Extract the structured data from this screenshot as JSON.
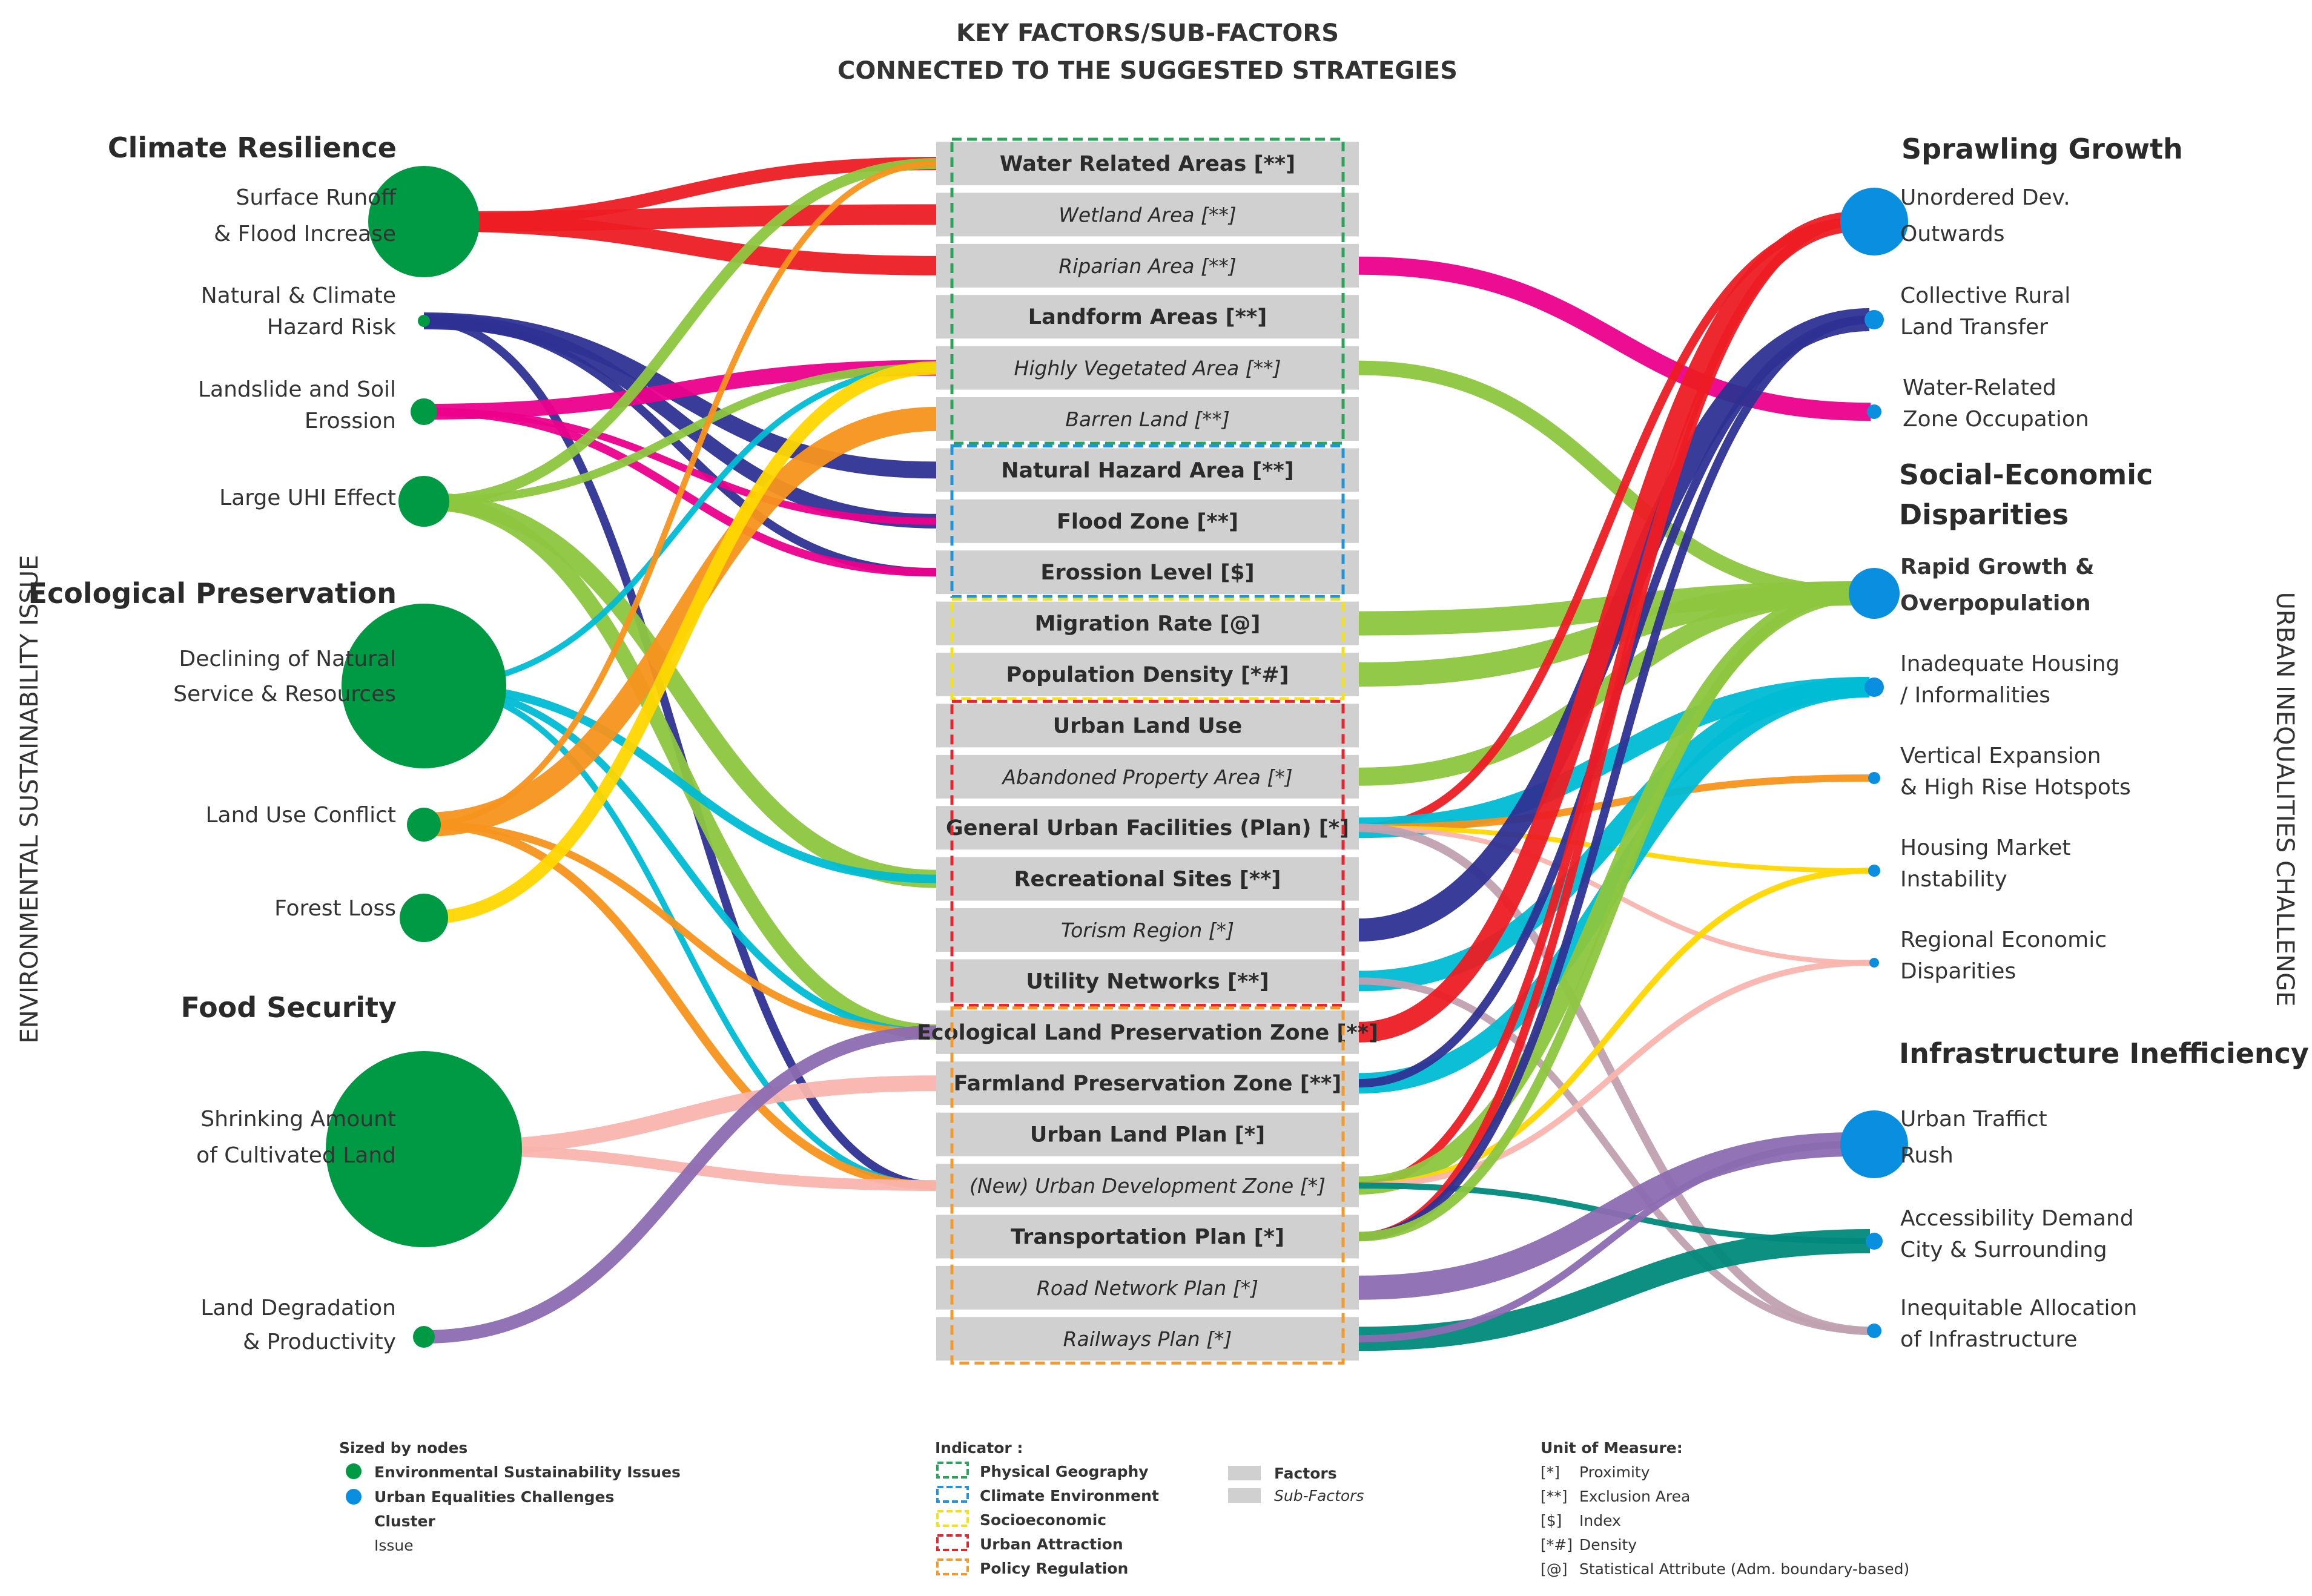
{
  "header": {
    "line1": "KEY FACTORS/SUB-FACTORS",
    "line2": "CONNECTED TO THE SUGGESTED STRATEGIES"
  },
  "side_titles": {
    "left": "ENVIRONMENTAL SUSTAINABILITY ISSUE",
    "right": "URBAN INEQUALITIES CHALLENGE"
  },
  "colors": {
    "env_node": "#009a44",
    "urban_node": "#0a8fe0",
    "factor_box": "#d0d0d0",
    "physical_geography": "#2aa45a",
    "climate_environment": "#1f94d8",
    "socioeconomic": "#f2e21a",
    "urban_attraction": "#e8252e",
    "policy_regulation": "#f39a2a"
  },
  "left_clusters": [
    {
      "label": "Climate Resilience"
    },
    {
      "label": "Ecological Preservation"
    },
    {
      "label": "Food Security"
    }
  ],
  "left_nodes": [
    {
      "lines": [
        "Surface Runoff",
        "& Flood Increase"
      ]
    },
    {
      "lines": [
        "Natural & Climate",
        "Hazard Risk"
      ]
    },
    {
      "lines": [
        "Landslide and Soil",
        "Erossion"
      ]
    },
    {
      "lines": [
        "Large UHI Effect"
      ]
    },
    {
      "lines": [
        "Declining of Natural",
        "Service & Resources"
      ]
    },
    {
      "lines": [
        "Land Use Conflict"
      ]
    },
    {
      "lines": [
        "Forest Loss"
      ]
    },
    {
      "lines": [
        "Shrinking Amount",
        "of Cultivated Land"
      ]
    },
    {
      "lines": [
        "Land Degradation",
        "& Productivity"
      ]
    }
  ],
  "right_clusters": [
    {
      "label": "Sprawling Growth"
    },
    {
      "label": "Social-Economic"
    },
    {
      "label": "Disparities"
    },
    {
      "label": "Infrastructure Inefficiency"
    }
  ],
  "right_nodes": [
    {
      "lines": [
        "Unordered Dev.",
        "Outwards"
      ]
    },
    {
      "lines": [
        "Collective Rural",
        "Land Transfer"
      ]
    },
    {
      "lines": [
        "Water-Related",
        "Zone Occupation"
      ]
    },
    {
      "lines": [
        "Rapid Growth &",
        "Overpopulation"
      ]
    },
    {
      "lines": [
        "Inadequate Housing",
        "/ Informalities"
      ]
    },
    {
      "lines": [
        "Vertical Expansion",
        "& High Rise Hotspots"
      ]
    },
    {
      "lines": [
        "Housing Market",
        "Instability"
      ]
    },
    {
      "lines": [
        "Regional Economic",
        "Disparities"
      ]
    },
    {
      "lines": [
        "Urban Traffict",
        "Rush"
      ]
    },
    {
      "lines": [
        "Accessibility Demand",
        "City & Surrounding"
      ]
    },
    {
      "lines": [
        "Inequitable Allocation",
        "of Infrastructure"
      ]
    }
  ],
  "factors": [
    {
      "label": "Water Related Areas [**]",
      "kind": "factor",
      "group": "physical_geography"
    },
    {
      "label": "Wetland Area [**]",
      "kind": "sub",
      "group": "physical_geography"
    },
    {
      "label": "Riparian Area [**]",
      "kind": "sub",
      "group": "physical_geography"
    },
    {
      "label": "Landform Areas [**]",
      "kind": "factor",
      "group": "physical_geography"
    },
    {
      "label": "Highly Vegetated Area [**]",
      "kind": "sub",
      "group": "physical_geography"
    },
    {
      "label": "Barren Land [**]",
      "kind": "sub",
      "group": "physical_geography"
    },
    {
      "label": "Natural Hazard Area [**]",
      "kind": "factor",
      "group": "climate_environment"
    },
    {
      "label": "Flood Zone [**]",
      "kind": "factor",
      "group": "climate_environment"
    },
    {
      "label": "Erossion Level [$]",
      "kind": "factor",
      "group": "climate_environment"
    },
    {
      "label": "Migration Rate [@]",
      "kind": "factor",
      "group": "socioeconomic"
    },
    {
      "label": "Population Density [*#]",
      "kind": "factor",
      "group": "socioeconomic"
    },
    {
      "label": "Urban Land Use",
      "kind": "factor",
      "group": "urban_attraction"
    },
    {
      "label": "Abandoned Property Area [*]",
      "kind": "sub",
      "group": "urban_attraction"
    },
    {
      "label": "General Urban Facilities (Plan) [*]",
      "kind": "factor",
      "group": "urban_attraction"
    },
    {
      "label": "Recreational Sites [**]",
      "kind": "factor",
      "group": "urban_attraction"
    },
    {
      "label": "Torism Region [*]",
      "kind": "sub",
      "group": "urban_attraction"
    },
    {
      "label": "Utility Networks [**]",
      "kind": "factor",
      "group": "urban_attraction"
    },
    {
      "label": "Ecological Land Preservation Zone [**]",
      "kind": "factor",
      "group": "policy_regulation"
    },
    {
      "label": "Farmland Preservation Zone [**]",
      "kind": "factor",
      "group": "policy_regulation"
    },
    {
      "label": "Urban Land Plan [*]",
      "kind": "factor",
      "group": "policy_regulation"
    },
    {
      "label": "(New) Urban Development Zone [*]",
      "kind": "sub",
      "group": "policy_regulation"
    },
    {
      "label": "Transportation Plan [*]",
      "kind": "factor",
      "group": "policy_regulation"
    },
    {
      "label": "Road Network Plan [*]",
      "kind": "sub",
      "group": "policy_regulation"
    },
    {
      "label": "Railways Plan [*]",
      "kind": "sub",
      "group": "policy_regulation"
    }
  ],
  "links": [
    {
      "from": "L0",
      "to": "F0",
      "color": "#ed1c24",
      "w": 22
    },
    {
      "from": "L0",
      "to": "F1",
      "color": "#ed1c24",
      "w": 34
    },
    {
      "from": "L0",
      "to": "F2",
      "color": "#ed1c24",
      "w": 32
    },
    {
      "from": "L1",
      "to": "F6",
      "color": "#2e3192",
      "w": 28
    },
    {
      "from": "L1",
      "to": "F7",
      "color": "#2e3192",
      "w": 24
    },
    {
      "from": "L1",
      "to": "F8",
      "color": "#2e3192",
      "w": 14
    },
    {
      "from": "L1",
      "to": "F20",
      "color": "#2e3192",
      "w": 14
    },
    {
      "from": "L2",
      "to": "F4",
      "color": "#ec008c",
      "w": 26
    },
    {
      "from": "L2",
      "to": "F7",
      "color": "#ec008c",
      "w": 12
    },
    {
      "from": "L2",
      "to": "F8",
      "color": "#ec008c",
      "w": 14
    },
    {
      "from": "L3",
      "to": "F0",
      "color": "#8dc63f",
      "w": 18
    },
    {
      "from": "L3",
      "to": "F4",
      "color": "#8dc63f",
      "w": 14
    },
    {
      "from": "L3",
      "to": "F14",
      "color": "#8dc63f",
      "w": 30
    },
    {
      "from": "L3",
      "to": "F17",
      "color": "#8dc63f",
      "w": 26
    },
    {
      "from": "L4",
      "to": "F4",
      "color": "#00bcd4",
      "w": 10
    },
    {
      "from": "L4",
      "to": "F14",
      "color": "#00bcd4",
      "w": 14
    },
    {
      "from": "L4",
      "to": "F17",
      "color": "#00bcd4",
      "w": 12
    },
    {
      "from": "L4",
      "to": "F20",
      "color": "#00bcd4",
      "w": 10
    },
    {
      "from": "L5",
      "to": "F0",
      "color": "#f7941d",
      "w": 10
    },
    {
      "from": "L5",
      "to": "F5",
      "color": "#f7941d",
      "w": 40
    },
    {
      "from": "L5",
      "to": "F17",
      "color": "#f7941d",
      "w": 12
    },
    {
      "from": "L5",
      "to": "F20",
      "color": "#f7941d",
      "w": 14
    },
    {
      "from": "L6",
      "to": "F4",
      "color": "#ffd700",
      "w": 22
    },
    {
      "from": "L7",
      "to": "F18",
      "color": "#f9b4ad",
      "w": 26
    },
    {
      "from": "L7",
      "to": "F20",
      "color": "#f9b4ad",
      "w": 18
    },
    {
      "from": "L8",
      "to": "F17",
      "color": "#8c6bb1",
      "w": 22
    },
    {
      "from": "F2",
      "to": "R2",
      "color": "#ec008c",
      "w": 30
    },
    {
      "from": "F4",
      "to": "R3",
      "color": "#8dc63f",
      "w": 24
    },
    {
      "from": "F9",
      "to": "R3",
      "color": "#8dc63f",
      "w": 40
    },
    {
      "from": "F10",
      "to": "R3",
      "color": "#8dc63f",
      "w": 40
    },
    {
      "from": "F12",
      "to": "R3",
      "color": "#8dc63f",
      "w": 30
    },
    {
      "from": "F13",
      "to": "R0",
      "color": "#ed1c24",
      "w": 14
    },
    {
      "from": "F13",
      "to": "R4",
      "color": "#00bcd4",
      "w": 34
    },
    {
      "from": "F13",
      "to": "R5",
      "color": "#f7941d",
      "w": 12
    },
    {
      "from": "F13",
      "to": "R6",
      "color": "#ffd700",
      "w": 8
    },
    {
      "from": "F13",
      "to": "R7",
      "color": "#f9b4ad",
      "w": 8
    },
    {
      "from": "F13",
      "to": "R10",
      "color": "#c0a0b0",
      "w": 14
    },
    {
      "from": "F15",
      "to": "R1",
      "color": "#2e3192",
      "w": 38
    },
    {
      "from": "F16",
      "to": "R4",
      "color": "#00bcd4",
      "w": 34
    },
    {
      "from": "F16",
      "to": "R10",
      "color": "#c0a0b0",
      "w": 12
    },
    {
      "from": "F17",
      "to": "R0",
      "color": "#ed1c24",
      "w": 34
    },
    {
      "from": "F18",
      "to": "R4",
      "color": "#00bcd4",
      "w": 34
    },
    {
      "from": "F18",
      "to": "R1",
      "color": "#2e3192",
      "w": 14
    },
    {
      "from": "F20",
      "to": "R0",
      "color": "#ed1c24",
      "w": 14
    },
    {
      "from": "F20",
      "to": "R3",
      "color": "#8dc63f",
      "w": 30
    },
    {
      "from": "F20",
      "to": "R6",
      "color": "#ffd700",
      "w": 10
    },
    {
      "from": "F20",
      "to": "R7",
      "color": "#f9b4ad",
      "w": 10
    },
    {
      "from": "F20",
      "to": "R9",
      "color": "#00897b",
      "w": 10
    },
    {
      "from": "F21",
      "to": "R0",
      "color": "#ed1c24",
      "w": 14
    },
    {
      "from": "F21",
      "to": "R1",
      "color": "#2e3192",
      "w": 14
    },
    {
      "from": "F21",
      "to": "R3",
      "color": "#8dc63f",
      "w": 16
    },
    {
      "from": "F22",
      "to": "R8",
      "color": "#8c6bb1",
      "w": 40
    },
    {
      "from": "F23",
      "to": "R9",
      "color": "#00897b",
      "w": 40
    },
    {
      "from": "F23",
      "to": "R8",
      "color": "#8c6bb1",
      "w": 12
    }
  ],
  "legend": {
    "sized_title": "Sized by nodes",
    "env_label": "Environmental Sustainability Issues",
    "urban_label": "Urban Equalities Challenges",
    "cluster_label": "Cluster",
    "issue_label": "Issue",
    "indicator_title": "Indicator :",
    "indicators": [
      {
        "label": "Physical Geography",
        "color": "#2aa45a"
      },
      {
        "label": "Climate Environment",
        "color": "#1f94d8"
      },
      {
        "label": "Socioeconomic",
        "color": "#f2e21a"
      },
      {
        "label": "Urban Attraction",
        "color": "#e8252e"
      },
      {
        "label": "Policy Regulation",
        "color": "#f39a2a"
      }
    ],
    "factors_label": "Factors",
    "subfactors_label": "Sub-Factors",
    "unit_title": "Unit of Measure:",
    "units": [
      {
        "sym": "[*]",
        "text": "Proximity"
      },
      {
        "sym": "[**]",
        "text": "Exclusion Area"
      },
      {
        "sym": "[$]",
        "text": "Index"
      },
      {
        "sym": "[*#]",
        "text": "Density"
      },
      {
        "sym": "[@]",
        "text": "Statistical Attribute (Adm. boundary-based)"
      }
    ]
  }
}
